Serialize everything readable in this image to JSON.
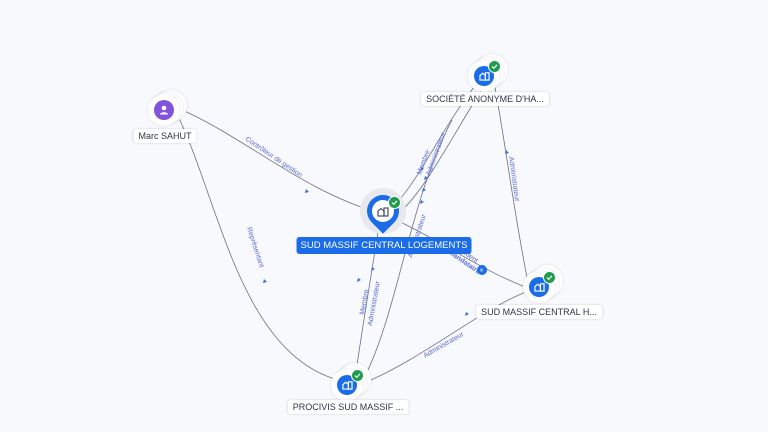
{
  "nodes": {
    "person": {
      "name": "Marc SAHUT",
      "icon": "person-icon",
      "color": "#8254dc"
    },
    "main": {
      "name": "SUD MASSIF CENTRAL LOGEMENTS",
      "icon": "building-icon",
      "color": "#1a6ce8",
      "verified": true
    },
    "societe": {
      "name": "SOCIÉTÉ ANONYME D'HA...",
      "icon": "building-icon",
      "color": "#1a6ce8",
      "verified": true
    },
    "smch": {
      "name": "SUD MASSIF CENTRAL H...",
      "icon": "building-icon",
      "color": "#1a6ce8",
      "verified": true
    },
    "procivis": {
      "name": "PROCIVIS SUD MASSIF ...",
      "icon": "building-icon",
      "color": "#1a6ce8",
      "verified": true
    }
  },
  "edges": {
    "person_main": "Contrôleur de gestion",
    "person_procivis": "Représentant",
    "main_societe_a": "Membre",
    "main_societe_b": "Administrateur",
    "societe_smch": "Administrateur",
    "procivis_main_a": "Membre",
    "procivis_main_b": "Administrateur",
    "procivis_societe": "Administrateur",
    "main_smch_a": "Président",
    "main_smch_b": "Mandataire",
    "procivis_smch": "Administrateur"
  },
  "colors": {
    "accent": "#1a6ce8",
    "person": "#8254dc",
    "verified": "#1f9b4c",
    "edge": "#6b6f86",
    "edge_label": "#5b6bd6"
  }
}
